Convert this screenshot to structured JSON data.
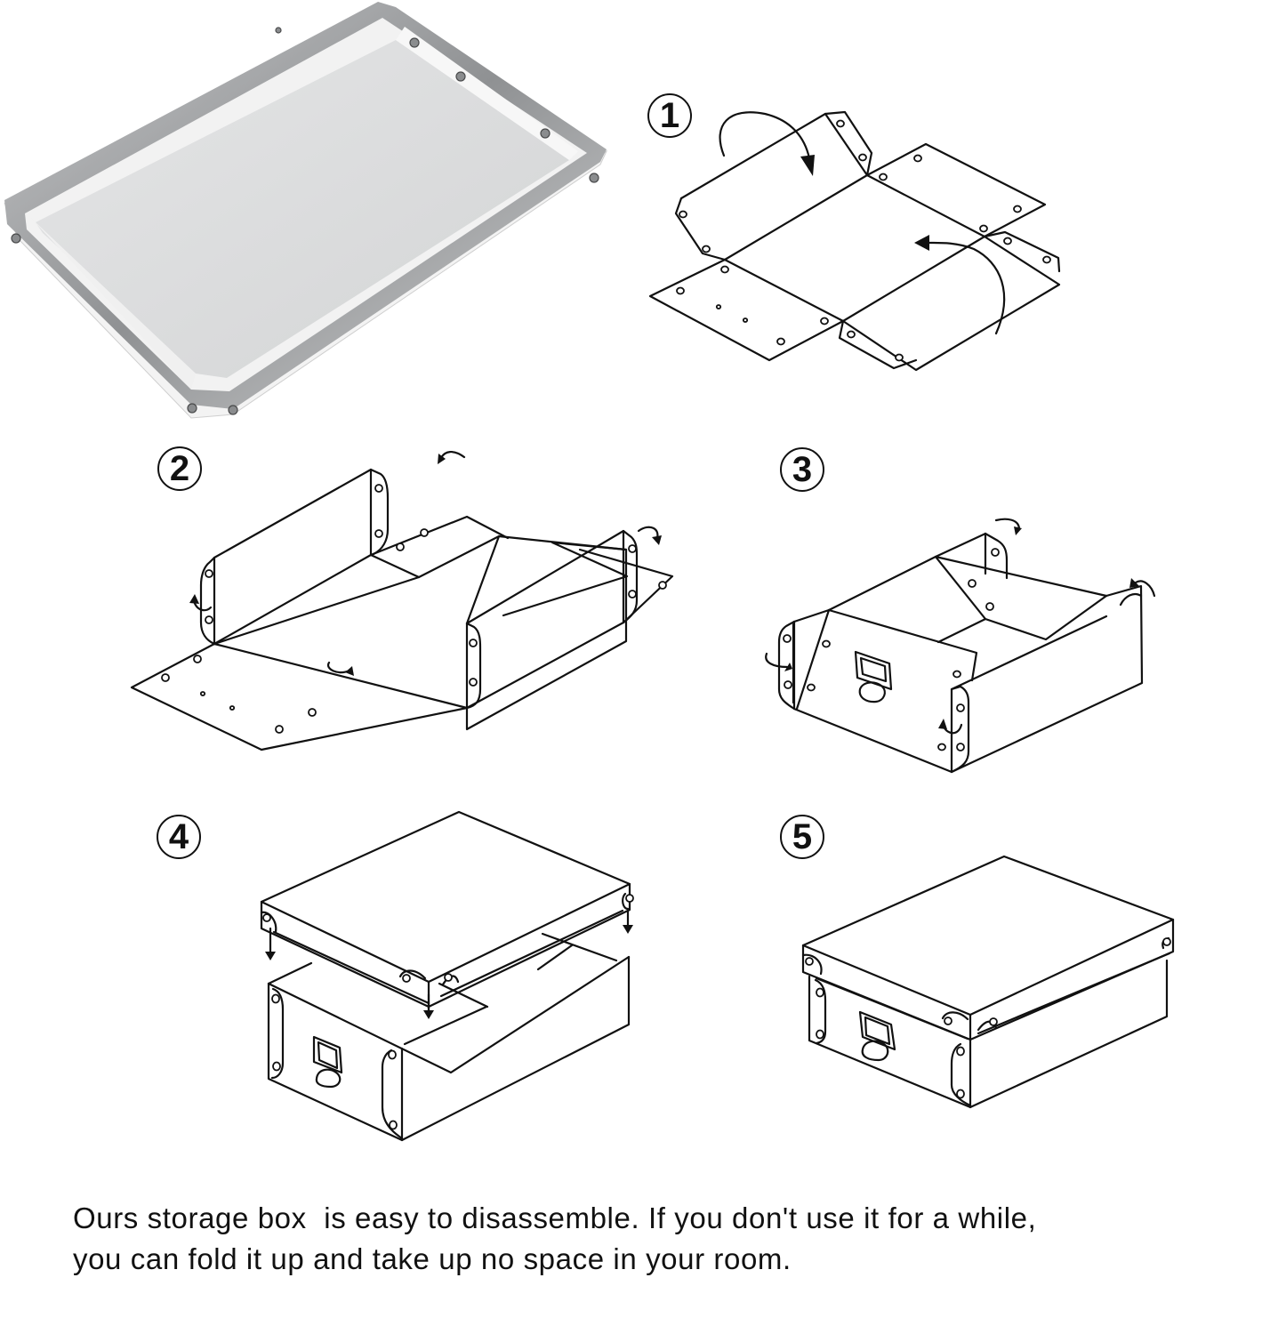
{
  "figure": {
    "title": "Storage box folding instructions",
    "photo": {
      "label": "Folded-flat storage box tray photo",
      "colors": {
        "tray": "#d9dadb",
        "rim": "#a9abad",
        "edge": "#f4f4f4"
      }
    },
    "steps": [
      {
        "number": "1",
        "description": "Flat unfolded box blank with curved arrows indicating side flaps folding inward"
      },
      {
        "number": "2",
        "description": "Long side walls raised upright; corner tabs folding outward"
      },
      {
        "number": "3",
        "description": "End walls folded up with label-holder handle; corner tabs wrapping around"
      },
      {
        "number": "4",
        "description": "Lid lowered onto assembled box base; downward arrows at corners"
      },
      {
        "number": "5",
        "description": "Fully assembled storage box with lid closed"
      }
    ]
  },
  "caption": {
    "line1": "Ours storage box  is easy to disassemble. If you don't use it for a while,",
    "line2": "you can fold it up and take up no space in your room."
  },
  "colors": {
    "line": "#111111",
    "background": "#ffffff",
    "text": "#111111"
  }
}
